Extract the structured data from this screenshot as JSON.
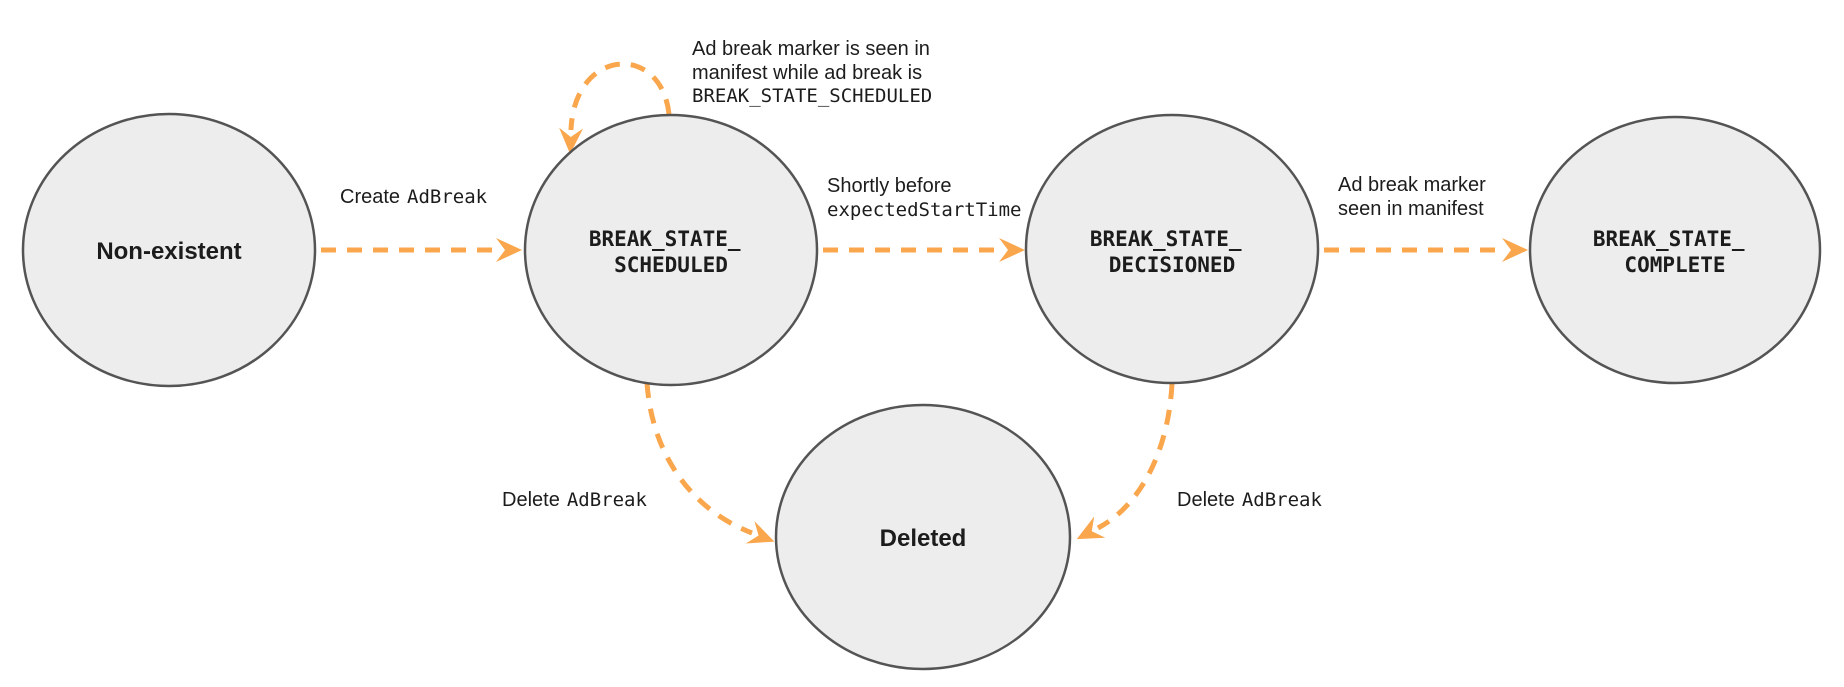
{
  "colors": {
    "arrow": "#F9A64C",
    "node_fill": "#EDEDED",
    "node_border": "#545454",
    "text": "#1C1C1C",
    "bg": "#FFFFFF"
  },
  "states": [
    {
      "id": "non-existent",
      "label": "Non-existent"
    },
    {
      "id": "break-state-scheduled",
      "line1": "BREAK_STATE_",
      "line2": "SCHEDULED"
    },
    {
      "id": "break-state-decisioned",
      "line1": "BREAK_STATE_",
      "line2": "DECISIONED"
    },
    {
      "id": "break-state-complete",
      "line1": "BREAK_STATE_",
      "line2": "COMPLETE"
    },
    {
      "id": "deleted",
      "label": "Deleted"
    }
  ],
  "transitions": [
    {
      "from": "Non-existent",
      "to": "BREAK_STATE_SCHEDULED",
      "label_plain": "Create",
      "label_code": "AdBreak"
    },
    {
      "from": "BREAK_STATE_SCHEDULED",
      "to": "BREAK_STATE_SCHEDULED",
      "line1": "Ad break marker is seen in",
      "line2": "manifest while ad break is",
      "line3_code": "BREAK_STATE_SCHEDULED"
    },
    {
      "from": "BREAK_STATE_SCHEDULED",
      "to": "BREAK_STATE_DECISIONED",
      "line1": "Shortly before",
      "line2_code": "expectedStartTime"
    },
    {
      "from": "BREAK_STATE_DECISIONED",
      "to": "BREAK_STATE_COMPLETE",
      "line1": "Ad break marker",
      "line2": "seen in manifest"
    },
    {
      "from": "BREAK_STATE_SCHEDULED",
      "to": "Deleted",
      "label_plain": "Delete",
      "label_code": "AdBreak"
    },
    {
      "from": "BREAK_STATE_DECISIONED",
      "to": "Deleted",
      "label_plain": "Delete",
      "label_code": "AdBreak"
    }
  ]
}
